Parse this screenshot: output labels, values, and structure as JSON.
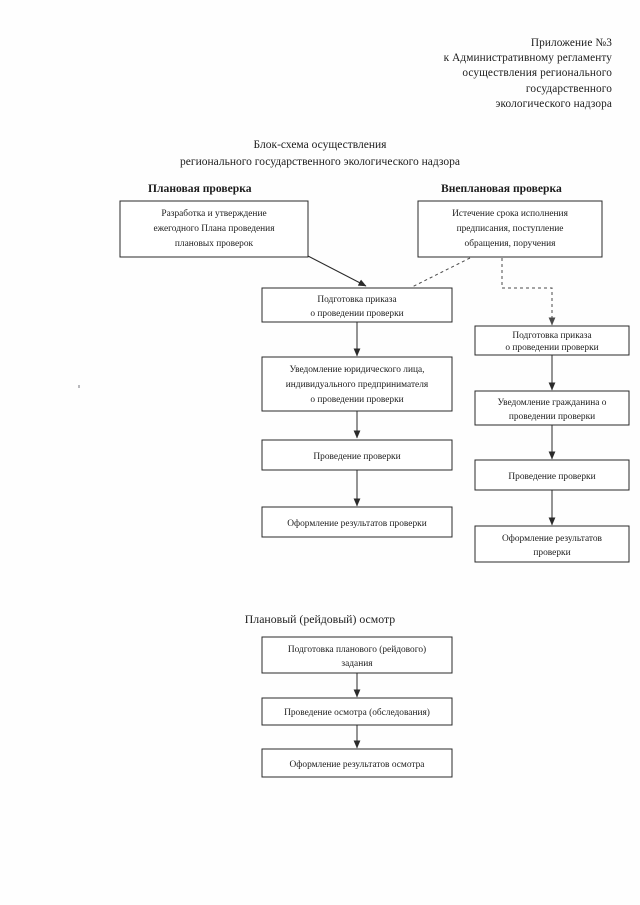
{
  "document": {
    "appendix_lines": [
      "Приложение №3",
      "к Административному регламенту",
      "осуществления регионального",
      "государственного",
      "экологического надзора"
    ],
    "title_line1": "Блок-схема осуществления",
    "title_line2": "регионального государственного экологического надзора"
  },
  "headings": {
    "planned": "Плановая проверка",
    "unplanned": "Внеплановая проверка",
    "raid": "Плановый (рейдовый) осмотр"
  },
  "boxes": {
    "planned_start": [
      "Разработка и утверждение",
      "ежегодного Плана проведения",
      "плановых проверок"
    ],
    "unplanned_start": [
      "Истечение срока исполнения",
      "предписания, поступление",
      "обращения, поручения"
    ],
    "center_order": [
      "Подготовка приказа",
      "о проведении проверки"
    ],
    "center_notice": [
      "Уведомление юридического лица,",
      "индивидуального предпринимателя",
      "о проведении проверки"
    ],
    "center_inspection": [
      "Проведение проверки"
    ],
    "center_results": [
      "Оформление результатов проверки"
    ],
    "right_order": [
      "Подготовка приказа",
      "о проведении проверки"
    ],
    "right_notice": [
      "Уведомление гражданина о",
      "проведении проверки"
    ],
    "right_inspection": [
      "Проведение проверки"
    ],
    "right_results": [
      "Оформление результатов",
      "проверки"
    ],
    "raid_task": [
      "Подготовка планового (рейдового)",
      "задания"
    ],
    "raid_survey": [
      "Проведение осмотра (обследования)"
    ],
    "raid_results": [
      "Оформление результатов осмотра"
    ]
  },
  "style": {
    "ink": "#1c1c1c",
    "line": "#2a2a2a",
    "dashed_line": "#4a4a4a",
    "paper": "#fefefe"
  }
}
